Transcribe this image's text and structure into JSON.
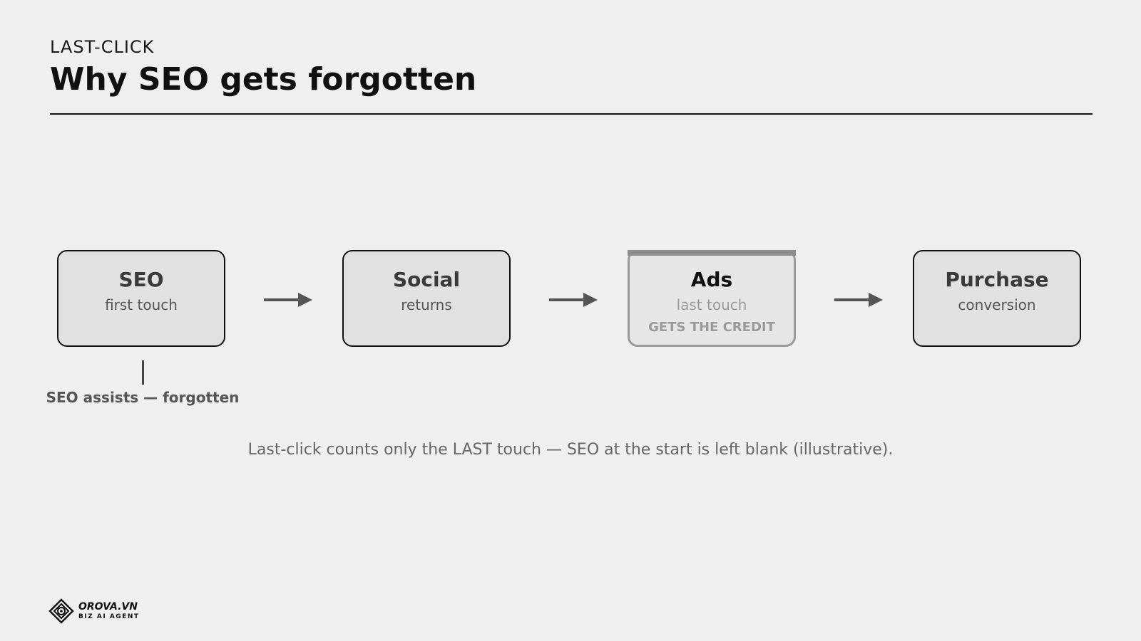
{
  "header": {
    "eyebrow": "LAST-CLICK",
    "title": "Why SEO gets forgotten"
  },
  "journey": [
    {
      "name": "SEO",
      "role": "first touch"
    },
    {
      "name": "Social",
      "role": "returns"
    },
    {
      "name": "Ads",
      "role": "last touch",
      "badge": "GETS THE CREDIT"
    },
    {
      "name": "Purchase",
      "role": "conversion"
    }
  ],
  "assist_note": "SEO assists — forgotten",
  "caption": "Last-click counts only the LAST touch — SEO at the start is left blank (illustrative).",
  "logo": {
    "brand": "OROVA.VN",
    "tagline": "BIZ AI AGENT",
    "icon": "orova-diamond-logo-icon"
  },
  "colors": {
    "background": "#efefef",
    "node_fill": "#e1e1e1",
    "node_border": "#111111",
    "credited_border": "#9a9a9a",
    "arrow": "#555555"
  }
}
